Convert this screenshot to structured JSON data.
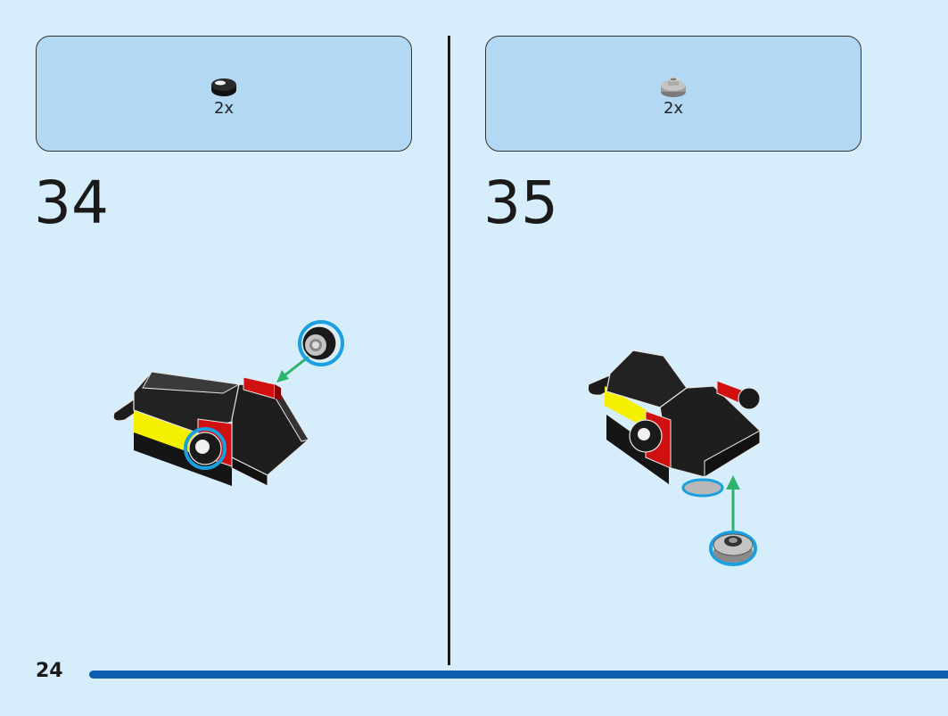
{
  "steps": [
    {
      "number": "34",
      "part": {
        "count_label": "2x",
        "icon": "round-tile-black-icon",
        "color": "#1a1a1a"
      }
    },
    {
      "number": "35",
      "part": {
        "count_label": "2x",
        "icon": "round-plate-gray-icon",
        "color": "#a8a8a8"
      }
    }
  ],
  "page": {
    "number": "24"
  },
  "colors": {
    "background": "#d6eefc",
    "parts_box": "#b2d8f4",
    "progress_bar": "#0b5fae",
    "highlight": "#1aa0e0",
    "arrow": "#2db36a",
    "accent_red": "#d01010",
    "accent_yellow": "#f4f000"
  }
}
